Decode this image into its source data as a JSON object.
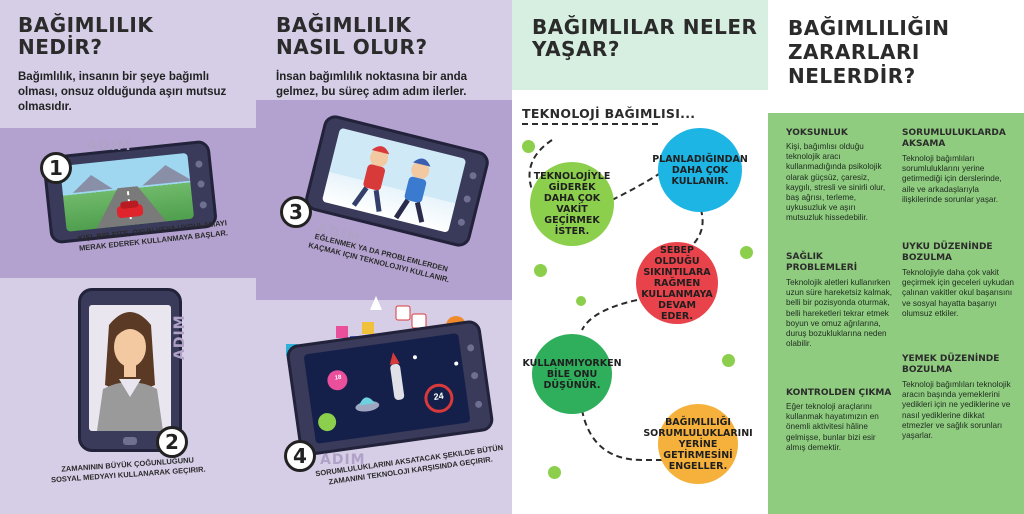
{
  "panel1": {
    "title_line1": "BAĞIMLILIK",
    "title_line2": "NEDİR?",
    "text": "Bağımlılık, insanın bir şeye bağımlı olması, onsuz olduğunda aşırı mutsuz olmasıdır.",
    "step_word": "ADIM",
    "step1_number": "1",
    "step1_caption": "Kişi, bir site, oyun veya uygulamayı merak ederek kullanmaya başlar.",
    "step2_number": "2",
    "step2_caption": "Zamanının büyük çoğunluğunu sosyal medyayı kullanarak geçirir."
  },
  "panel2": {
    "title_line1": "BAĞIMLILIK",
    "title_line2": "NASIL OLUR?",
    "text": "İnsan bağımlılık noktasına bir anda gelmez, bu süreç adım adım ilerler.",
    "step_word": "ADIM",
    "step3_number": "3",
    "step3_caption": "Eğlenmek ya da problemlerden kaçmak için teknolojiyi kullanır.",
    "step4_number": "4",
    "step4_caption": "Sorumluluklarını aksatacak şekilde bütün zamanını teknoloji karşısında geçirir.",
    "game_numbers": [
      "24",
      "18"
    ]
  },
  "panel3": {
    "title_line1": "BAĞIMLILAR NELER",
    "title_line2": "YAŞAR?",
    "subtitle": "TEKNOLOJİ BAĞIMLISI...",
    "circles": [
      {
        "text": "TEKNOLOJİYLE GİDEREK DAHA ÇOK VAKİT GEÇİRMEK İSTER.",
        "color": "#8ccf4d"
      },
      {
        "text": "PLANLADIĞINDAN DAHA ÇOK KULLANIR.",
        "color": "#1cb5e4"
      },
      {
        "text": "SEBEP OLDUĞU SIKINTILARA RAĞMEN KULLANMAYA DEVAM EDER.",
        "color": "#e8424a"
      },
      {
        "text": "KULLANMIYORKEN BİLE ONU DÜŞÜNÜR.",
        "color": "#2fae5c"
      },
      {
        "text": "BAĞIMLILIĞI SORUMLULUKLARINI YERİNE GETİRMESİNİ ENGELLER.",
        "color": "#f5b13b"
      }
    ]
  },
  "panel4": {
    "title_line1": "BAĞIMLILIĞIN",
    "title_line2": "ZARARLARI",
    "title_line3": "NELERDİR?",
    "items": [
      {
        "heading": "YOKSUNLUK",
        "text": "Kişi, bağımlısı olduğu teknolojik aracı kullanmadığında psikolojik olarak güçsüz, çaresiz, kaygılı, stresli ve sinirli olur, baş ağrısı, terleme, uykusuzluk ve aşırı mutsuzluk hissedebilir."
      },
      {
        "heading": "SAĞLIK PROBLEMLERİ",
        "text": "Teknolojik aletleri kullanırken uzun süre hareketsiz kalmak, belli bir pozisyonda oturmak, belli hareketleri tekrar etmek boyun ve omuz ağrılarına, duruş bozukluklarına neden olabilir."
      },
      {
        "heading": "KONTROLDEN ÇIKMA",
        "text": "Eğer teknoloji araçlarını kullanmak hayatımızın en önemli aktivitesi hâline gelmişse, bunlar bizi esir almış demektir."
      },
      {
        "heading": "SORUMLULUKLARDA AKSAMA",
        "text": "Teknoloji bağımlıları sorumluluklarını yerine getirmediği için derslerinde, aile ve arkadaşlarıyla ilişkilerinde sorunlar yaşar."
      },
      {
        "heading": "UYKU DÜZENİNDE BOZULMA",
        "text": "Teknolojiyle daha çok vakit geçirmek için geceleri uykudan çalınan vakitler okul başarısını ve sosyal hayatta başarıyı olumsuz etkiler."
      },
      {
        "heading": "YEMEK DÜZENİNDE BOZULMA",
        "text": "Teknoloji bağımlıları teknolojik aracın başında yemeklerini yedikleri için ne yediklerine ve nasıl yediklerine dikkat etmezler ve sağlık sorunları yaşarlar."
      }
    ]
  },
  "colors": {
    "lavender": "#d6cde6",
    "purple": "#b3a2cf",
    "mint": "#d7efe0",
    "green": "#8fcc80"
  }
}
